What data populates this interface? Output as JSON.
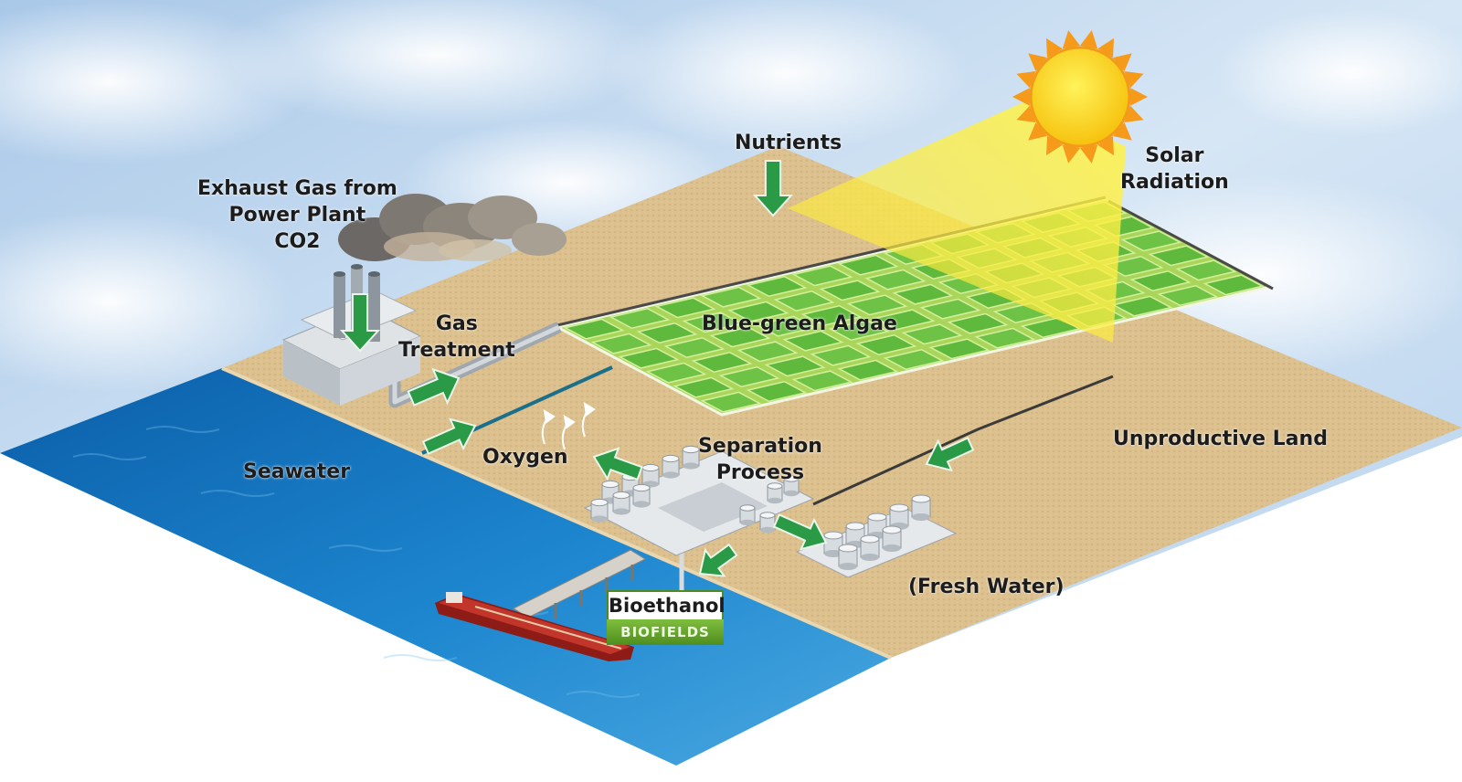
{
  "labels": {
    "exhaust_line1": "Exhaust Gas from",
    "exhaust_line2": "Power Plant",
    "exhaust_line3": "CO2",
    "nutrients": "Nutrients",
    "solar_line1": "Solar",
    "solar_line2": "Radiation",
    "gas_line1": "Gas",
    "gas_line2": "Treatment",
    "algae": "Blue-green Algae",
    "unproductive_land": "Unproductive Land",
    "seawater": "Seawater",
    "oxygen": "Oxygen",
    "separation_line1": "Separation",
    "separation_line2": "Process",
    "fresh_water": "(Fresh Water)",
    "bioethanol": "Bioethanol",
    "brand": "BIOFIELDS"
  },
  "colors": {
    "sand": "#dcc08e",
    "sea": "#1a7fc7",
    "algae": "#8ecf3c",
    "sun": "#f8d21c",
    "flow_arrow": "#2a9a46"
  }
}
